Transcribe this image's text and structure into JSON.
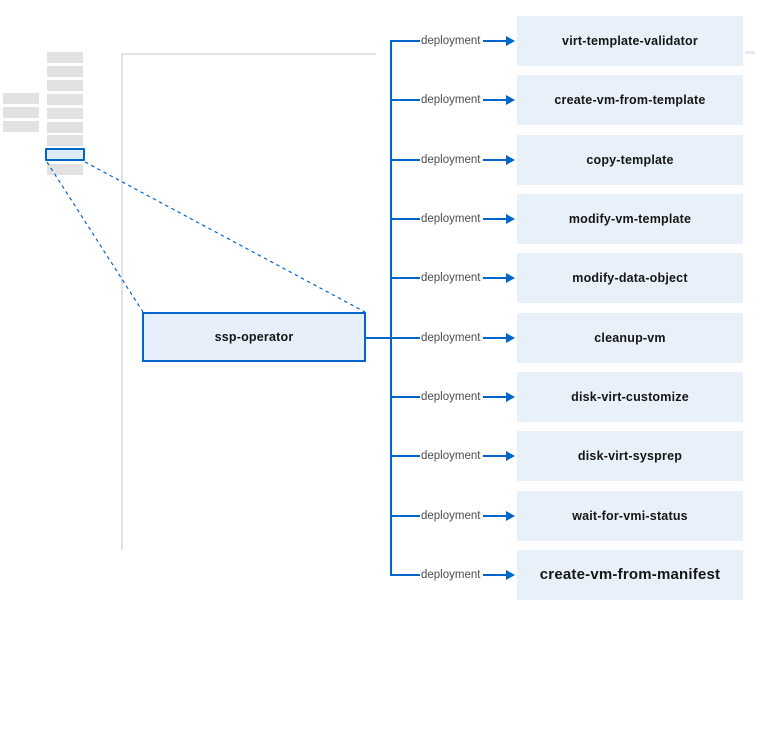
{
  "diagram": {
    "operator_label": "ssp-operator",
    "edge_label": "deployment",
    "deployments": [
      "virt-template-validator",
      "create-vm-from-template",
      "copy-template",
      "modify-vm-template",
      "modify-data-object",
      "cleanup-vm",
      "disk-virt-customize",
      "disk-virt-sysprep",
      "wait-for-vmi-status",
      "create-vm-from-manifest"
    ],
    "colors": {
      "accent_blue": "#0066cc",
      "deployment_box_fill": "#e8f1fa",
      "operator_box_fill": "#e6effa",
      "highlight_fill": "#ddebfa",
      "edge_label_text": "#4d4d4d",
      "box_label_text": "#151515",
      "faded_gray": "#e2e2e2"
    },
    "minimap": {
      "left_column_bar_count": 3,
      "stack_bars_above_highlight": 7,
      "stack_bars_below_highlight": 1,
      "highlighted_bar": true
    }
  }
}
